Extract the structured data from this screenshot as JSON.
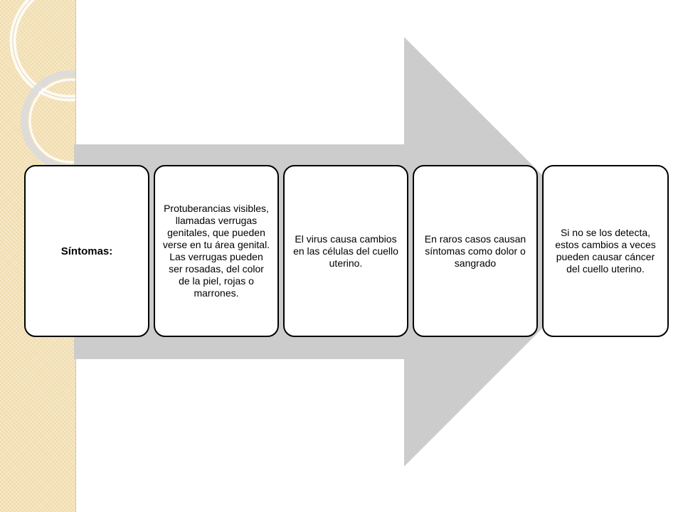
{
  "steps": [
    {
      "text": "Síntomas:"
    },
    {
      "text": "Protuberancias visibles, llamadas verrugas genitales, que pueden verse en tu área genital. Las verrugas pueden ser rosadas, del color de la piel, rojas o marrones."
    },
    {
      "text": "El virus causa cambios en las células del cuello uterino."
    },
    {
      "text": "En raros casos causan síntomas como dolor o sangrado"
    },
    {
      "text": "Si no se los detecta, estos cambios a veces pueden causar cáncer del cuello uterino."
    }
  ],
  "colors": {
    "arrow": "#cccccc",
    "sidebar": "#f4e2b8",
    "box_border": "#000000",
    "box_fill": "#ffffff"
  }
}
